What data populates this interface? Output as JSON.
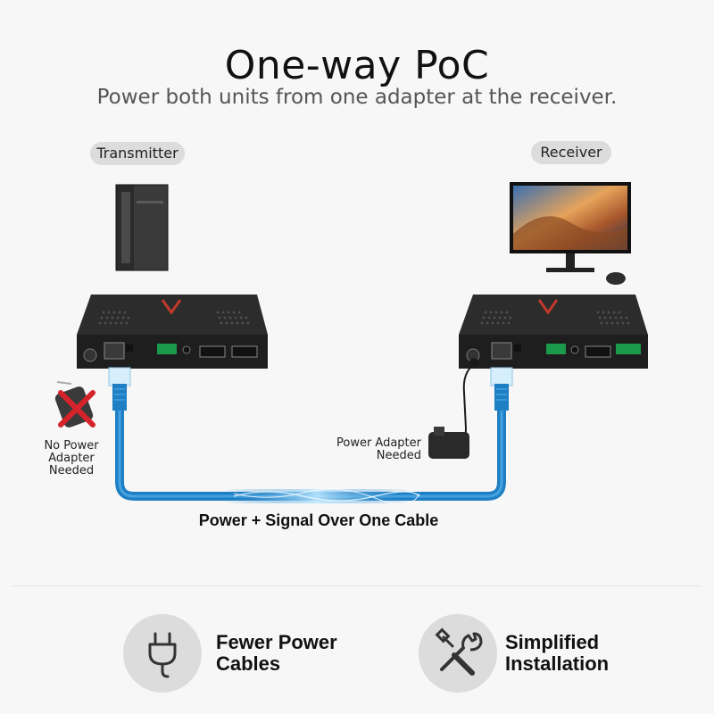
{
  "header": {
    "title": "One-way PoC",
    "subtitle": "Power both units from one adapter at the receiver."
  },
  "transmitter": {
    "label": "Transmitter",
    "no_power_note": [
      "No Power",
      "Adapter",
      "Needed"
    ]
  },
  "receiver": {
    "label": "Receiver",
    "power_adapter_note": [
      "Power Adapter",
      "Needed"
    ]
  },
  "cable": {
    "caption": "Power + Signal Over One Cable",
    "color": "#1f7fc4"
  },
  "features": [
    {
      "icon": "plug-icon",
      "lines": [
        "Fewer Power",
        "Cables"
      ]
    },
    {
      "icon": "tools-icon",
      "lines": [
        "Simplified",
        "Installation"
      ]
    }
  ],
  "colors": {
    "background": "#f7f7f7",
    "device_body": "#2a2a2a",
    "cross_out": "#d6232a",
    "pill": "#dcdcdc"
  }
}
